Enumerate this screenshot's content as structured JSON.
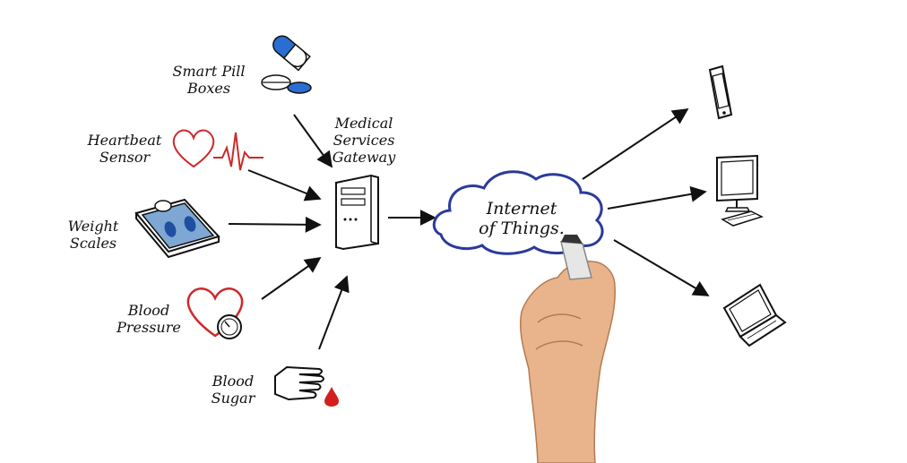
{
  "colors": {
    "ink": "#111111",
    "heart": "#cc2a2a",
    "pill_blue": "#2a6dd3",
    "cloud_outline": "#2b3a9b",
    "blood_drop": "#d41e1e",
    "skin": "#e9b48c"
  },
  "inputs": [
    {
      "id": "smart-pill-boxes",
      "line1": "Smart Pill",
      "line2": "Boxes",
      "icon": "pill-box-icon"
    },
    {
      "id": "heartbeat-sensor",
      "line1": "Heartbeat",
      "line2": "Sensor",
      "icon": "heartbeat-icon"
    },
    {
      "id": "weight-scales",
      "line1": "Weight",
      "line2": "Scales",
      "icon": "scale-icon"
    },
    {
      "id": "blood-pressure",
      "line1": "Blood",
      "line2": "Pressure",
      "icon": "blood-pressure-icon"
    },
    {
      "id": "blood-sugar",
      "line1": "Blood",
      "line2": "Sugar",
      "icon": "blood-sugar-icon"
    }
  ],
  "gateway": {
    "line1": "Medical",
    "line2": "Services",
    "line3": "Gateway",
    "icon": "server-icon"
  },
  "cloud": {
    "line1": "Internet",
    "line2": "of Things.",
    "icon": "cloud-icon"
  },
  "outputs": [
    {
      "id": "mobile-phone",
      "icon": "phone-icon"
    },
    {
      "id": "desktop-computer",
      "icon": "desktop-icon"
    },
    {
      "id": "laptop",
      "icon": "laptop-icon"
    }
  ]
}
